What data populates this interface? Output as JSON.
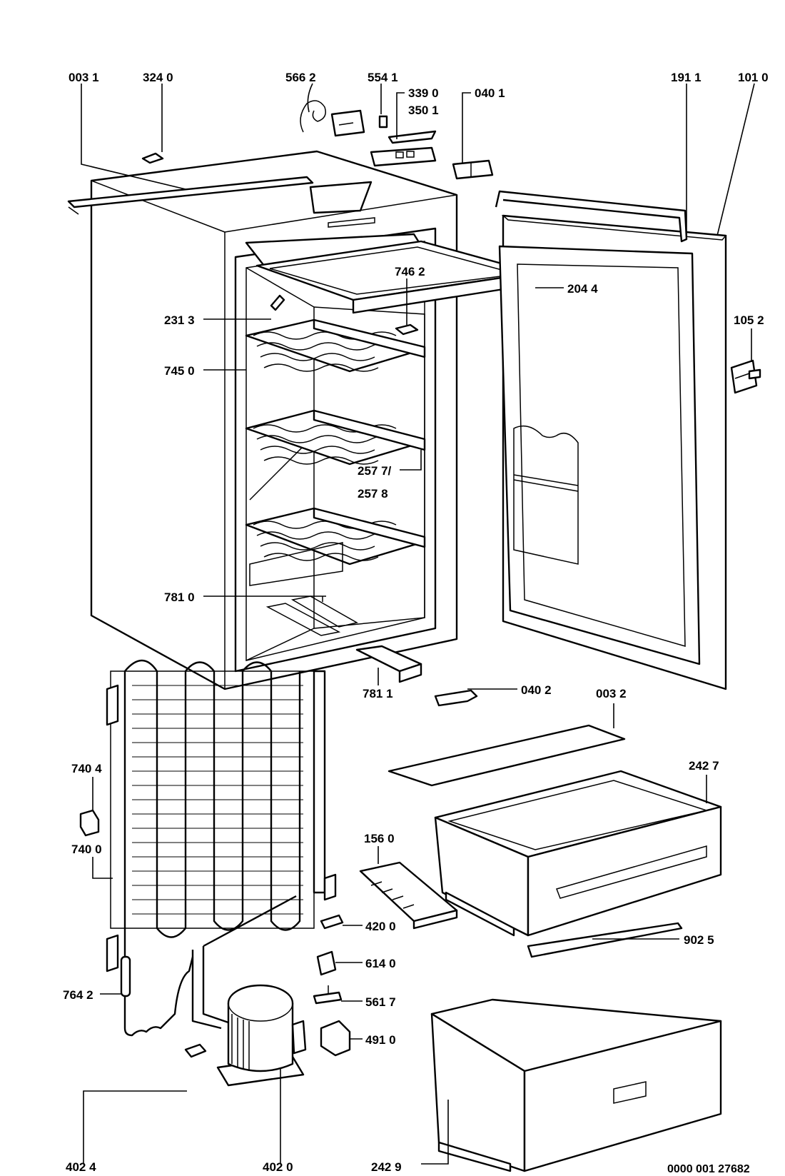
{
  "labels": {
    "l0031": "003 1",
    "l3240": "324 0",
    "l5662": "566 2",
    "l5541": "554 1",
    "l3390": "339 0",
    "l3501": "350 1",
    "l0401": "040 1",
    "l1911": "191 1",
    "l1010": "101 0",
    "l2044": "204 4",
    "l7462": "746 2",
    "l2313": "231 3",
    "l1052": "105 2",
    "l7450": "745 0",
    "l2577": "257 7/",
    "l2578": "257 8",
    "l7810": "781 0",
    "l7811": "781 1",
    "l0402": "040 2",
    "l0032": "003 2",
    "l7404": "740 4",
    "l2427": "242 7",
    "l7400": "740 0",
    "l1560": "156 0",
    "l4200": "420 0",
    "l9025": "902 5",
    "l6140": "614 0",
    "l7642": "764 2",
    "l5617": "561 7",
    "l4910": "491 0",
    "l4024": "402 4",
    "l4020": "402 0",
    "l2429": "242 9"
  },
  "document_number": "0000 001 27682"
}
